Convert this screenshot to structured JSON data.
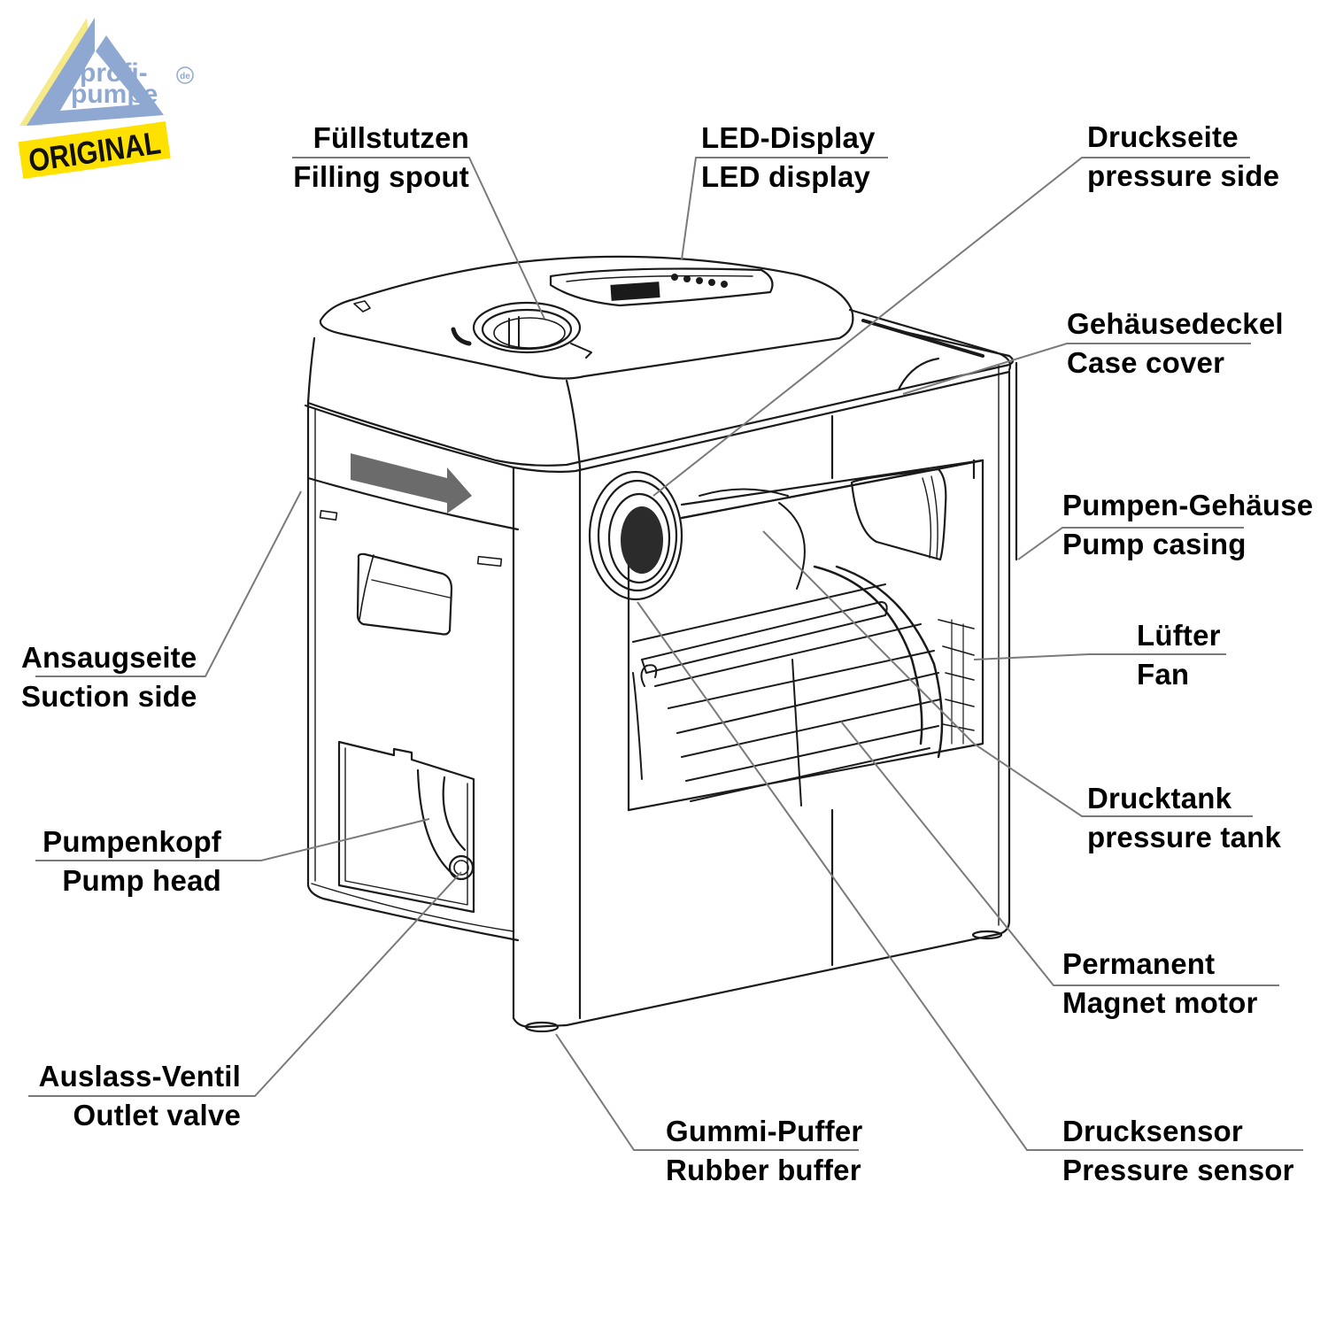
{
  "logo": {
    "line1": "profi-",
    "line2": "pumpe",
    "tld": "de",
    "badge": "ORIGINAL",
    "colors": {
      "blue": "#8fa8d2",
      "yellow": "#ffe100",
      "pale_yellow": "#f6ea88"
    }
  },
  "diagram": {
    "subject": "Hauswasserwerk / domestic water pump",
    "line_color": "#1a1a1a",
    "leader_color": "#8a8a8a",
    "arrow_color": "#6b6b6b"
  },
  "labels": [
    {
      "id": "filling-spout",
      "de": "Füllstutzen",
      "en": "Filling spout"
    },
    {
      "id": "led-display",
      "de": "LED-Display",
      "en": "LED display"
    },
    {
      "id": "pressure-side",
      "de": "Druckseite",
      "en": "pressure side"
    },
    {
      "id": "case-cover",
      "de": "Gehäusedeckel",
      "en": "Case cover"
    },
    {
      "id": "pump-casing",
      "de": "Pumpen-Gehäuse",
      "en": "Pump casing"
    },
    {
      "id": "fan",
      "de": "Lüfter",
      "en": "Fan"
    },
    {
      "id": "pressure-tank",
      "de": "Drucktank",
      "en": "pressure tank"
    },
    {
      "id": "motor",
      "de": "Permanent",
      "en": "Magnet motor"
    },
    {
      "id": "pressure-sensor",
      "de": "Drucksensor",
      "en": "Pressure sensor"
    },
    {
      "id": "rubber-buffer",
      "de": "Gummi-Puffer",
      "en": "Rubber buffer"
    },
    {
      "id": "outlet-valve",
      "de": "Auslass-Ventil",
      "en": "Outlet valve"
    },
    {
      "id": "pump-head",
      "de": "Pumpenkopf",
      "en": "Pump head"
    },
    {
      "id": "suction-side",
      "de": "Ansaugseite",
      "en": "Suction side"
    }
  ]
}
